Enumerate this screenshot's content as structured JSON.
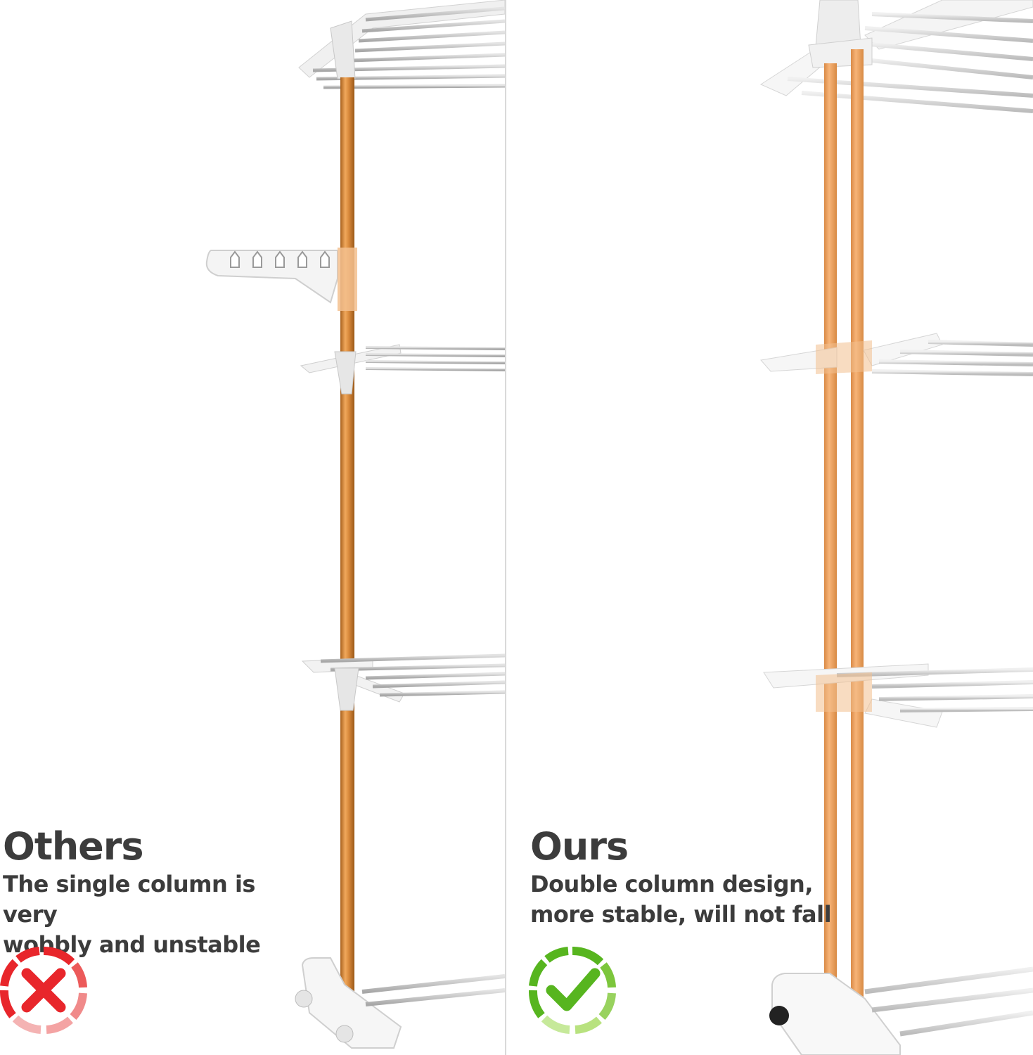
{
  "left": {
    "title": "Others",
    "line1": "The single column is very",
    "line2": "wobbly and unstable",
    "badge_icon": "cross-icon",
    "badge_color": "#e8262b",
    "badge_ring_light": "#f4a3a3"
  },
  "right": {
    "title": "Ours",
    "line1": "Double column design,",
    "line2": "more stable, will not fall",
    "badge_icon": "check-icon",
    "badge_color": "#57b51f",
    "badge_ring_light": "#b8e27f"
  },
  "colors": {
    "pole_left": "#d98a3c",
    "pole_right": "#f1a15a",
    "frame": "#f2f2f2",
    "bars": "#b9b9b9",
    "divider": "#d9d9d9",
    "text": "#3c3c3c"
  }
}
